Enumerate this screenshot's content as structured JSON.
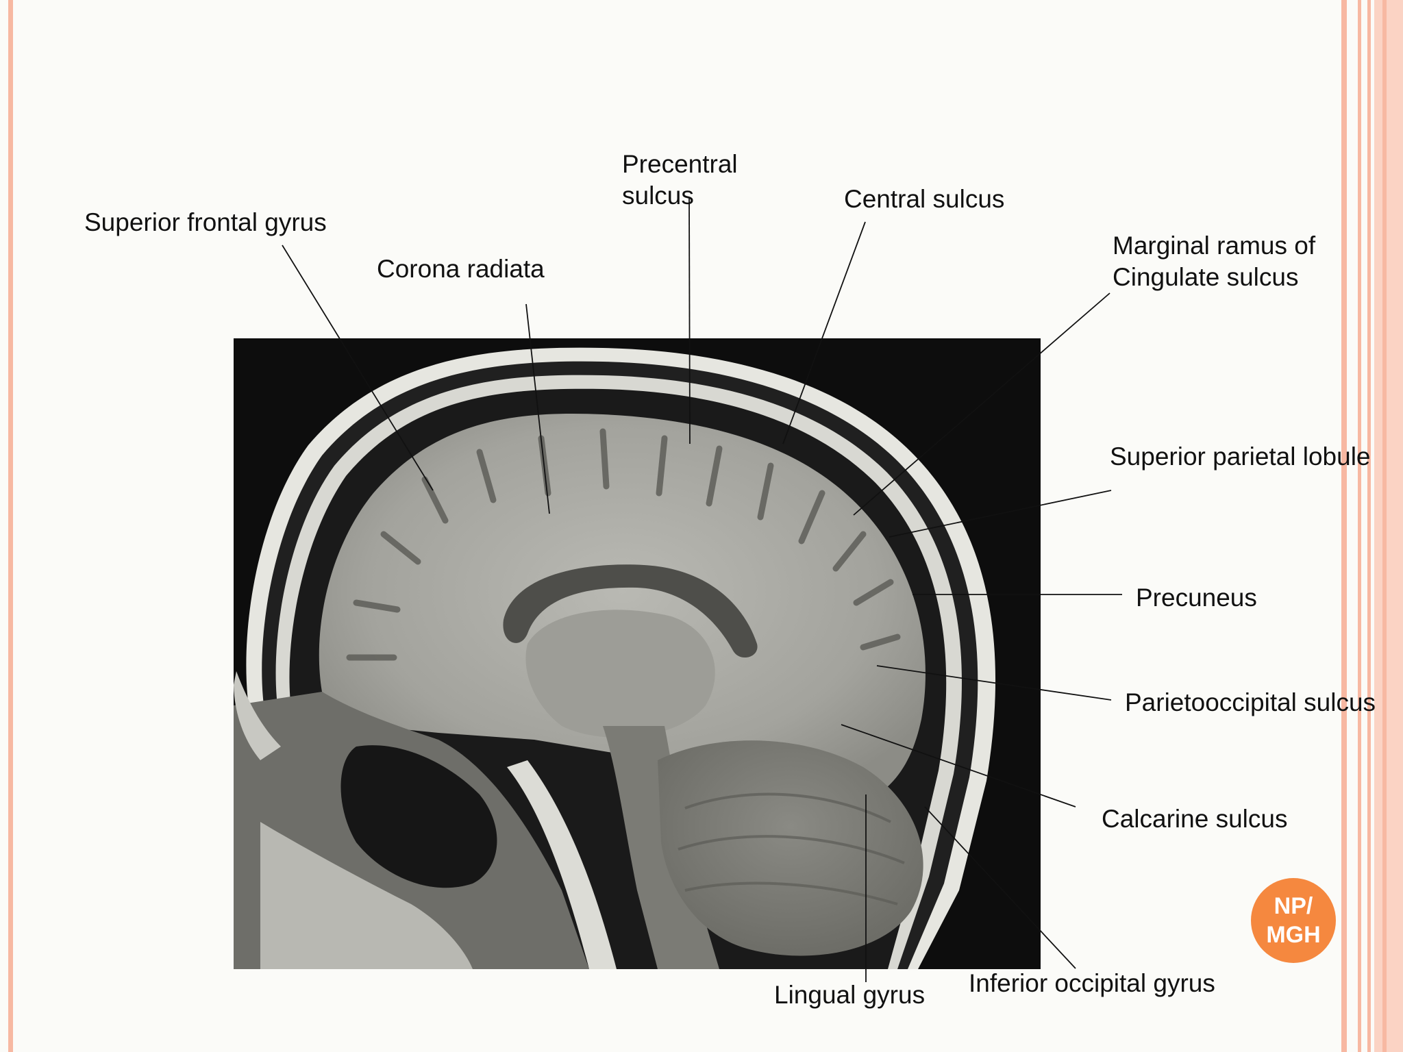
{
  "theme": {
    "left_stripe": "#f7b8a2",
    "right_stripe": "#f7b8a2",
    "badge_color": "#f5883f",
    "image_background": "#0d0d0d"
  },
  "labels": {
    "superior_frontal_gyrus": "Superior frontal gyrus",
    "corona_radiata": "Corona radiata",
    "precentral_sulcus_line1": "Precentral",
    "precentral_sulcus_line2": "sulcus",
    "central_sulcus": "Central sulcus",
    "marginal_ramus_line1": "Marginal ramus of",
    "marginal_ramus_line2": "Cingulate sulcus",
    "superior_parietal_lobule": "Superior parietal lobule",
    "precuneus": "Precuneus",
    "parietooccipital_sulcus": "Parietooccipital sulcus",
    "calcarine_sulcus": "Calcarine sulcus",
    "lingual_gyrus": "Lingual gyrus",
    "inferior_occipital_gyrus": "Inferior occipital gyrus"
  },
  "badge": {
    "line1": "NP/",
    "line2": "MGH"
  }
}
